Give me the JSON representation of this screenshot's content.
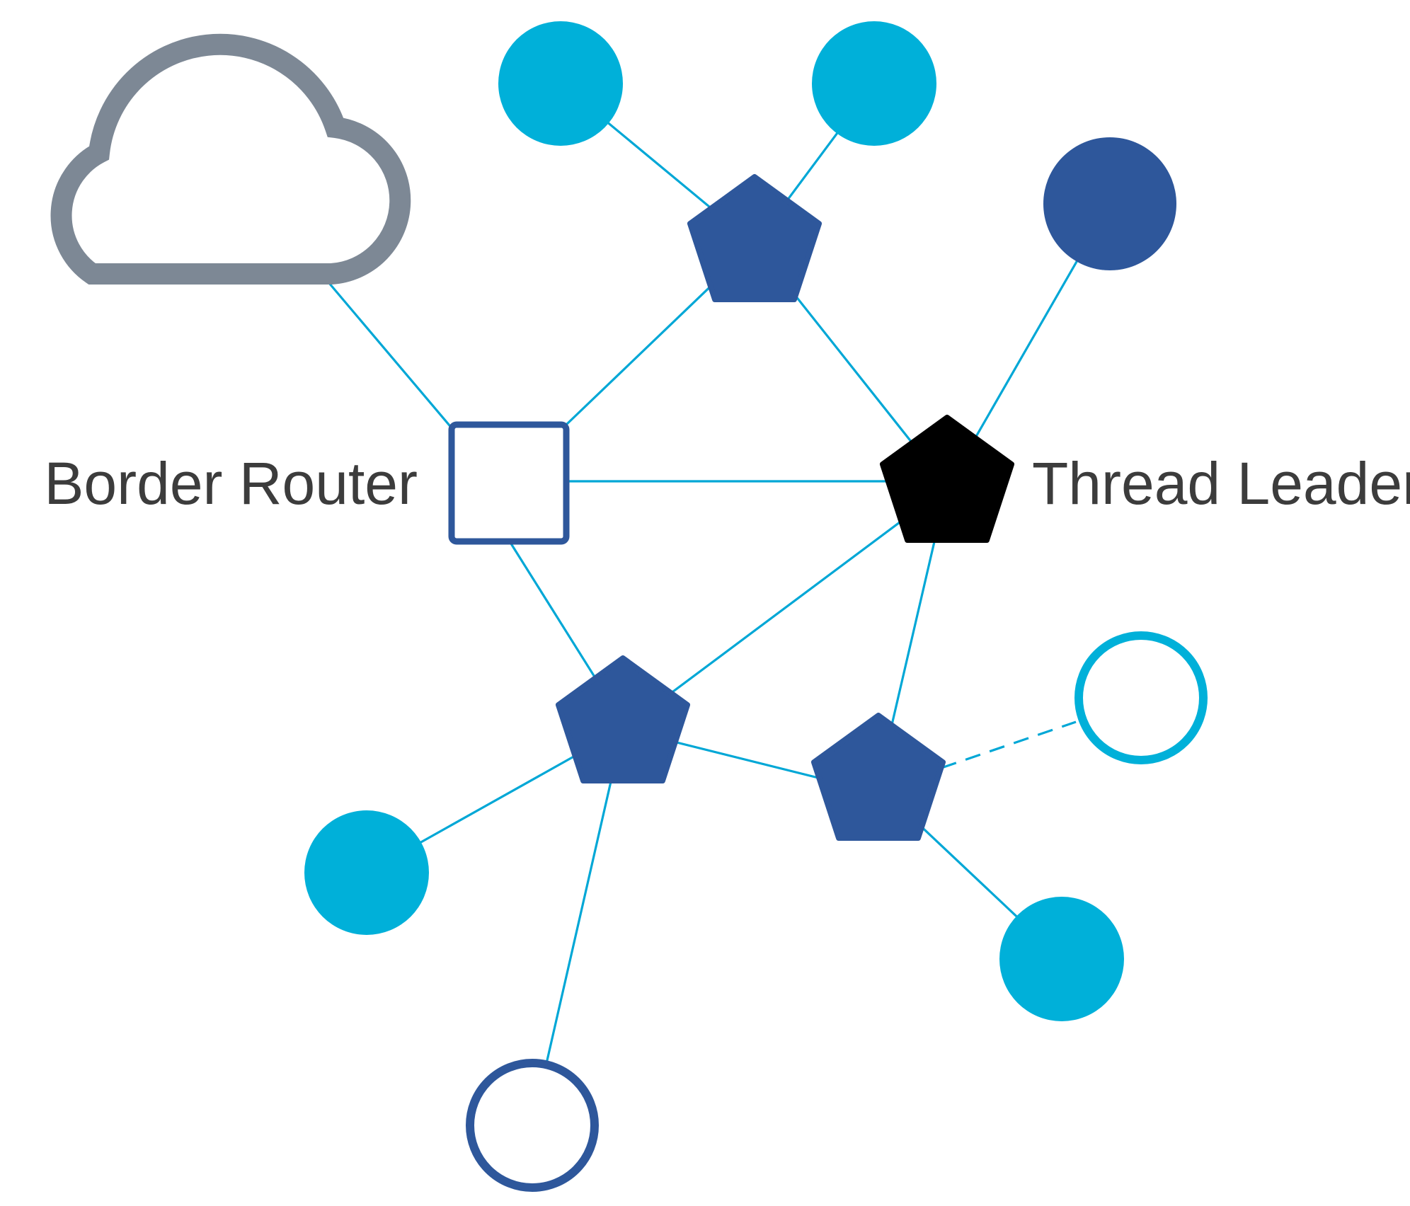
{
  "labels": {
    "border_router": "Border Router",
    "thread_leader": "Thread Leader"
  },
  "colors": {
    "link": "#00a7d6",
    "router": "#2e579b",
    "leader": "#000000",
    "end_device": "#00b0d9",
    "sleepy_child_outline": "#00b0d9",
    "router_eligible_outline": "#2e579b",
    "cloud_outline": "#7d8895",
    "label_text": "#3c3c3c"
  },
  "icons": {
    "cloud": "cloud-icon",
    "border_router": "square-outline-icon",
    "router": "pentagon-icon",
    "leader": "pentagon-icon",
    "end_device": "circle-icon",
    "unconnected_device": "circle-outline-icon"
  },
  "links": [
    {
      "from": "cloud",
      "to": "border-router",
      "style": "solid"
    },
    {
      "from": "border-router",
      "to": "router-top",
      "style": "solid"
    },
    {
      "from": "border-router",
      "to": "thread-leader",
      "style": "solid"
    },
    {
      "from": "border-router",
      "to": "router-bottom-left",
      "style": "solid"
    },
    {
      "from": "router-top",
      "to": "end-device-top-left",
      "style": "solid"
    },
    {
      "from": "router-top",
      "to": "end-device-top-right",
      "style": "solid"
    },
    {
      "from": "router-top",
      "to": "thread-leader",
      "style": "solid"
    },
    {
      "from": "thread-leader",
      "to": "router-eligible-end-device-right",
      "style": "solid"
    },
    {
      "from": "thread-leader",
      "to": "router-bottom-left",
      "style": "solid"
    },
    {
      "from": "thread-leader",
      "to": "router-bottom-right",
      "style": "solid"
    },
    {
      "from": "router-bottom-left",
      "to": "router-bottom-right",
      "style": "solid"
    },
    {
      "from": "router-bottom-left",
      "to": "end-device-bottom-left",
      "style": "solid"
    },
    {
      "from": "router-bottom-left",
      "to": "unconnected-device-bottom",
      "style": "solid"
    },
    {
      "from": "router-bottom-right",
      "to": "end-device-bottom-right",
      "style": "solid"
    },
    {
      "from": "router-bottom-right",
      "to": "unconnected-device-right",
      "style": "dashed"
    }
  ]
}
